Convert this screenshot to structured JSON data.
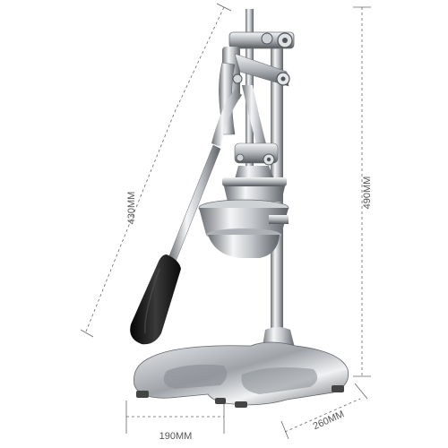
{
  "dimensions": {
    "lever_length": "430MM",
    "height": "490MM",
    "base_width": "190MM",
    "base_depth": "260MM"
  },
  "colors": {
    "background": "#ffffff",
    "steel_light": "#f2f3f4",
    "steel_mid": "#b9bcc0",
    "steel_dark": "#5d6166",
    "handle_grip": "#1c1c1c",
    "dimension_line": "#666666"
  }
}
